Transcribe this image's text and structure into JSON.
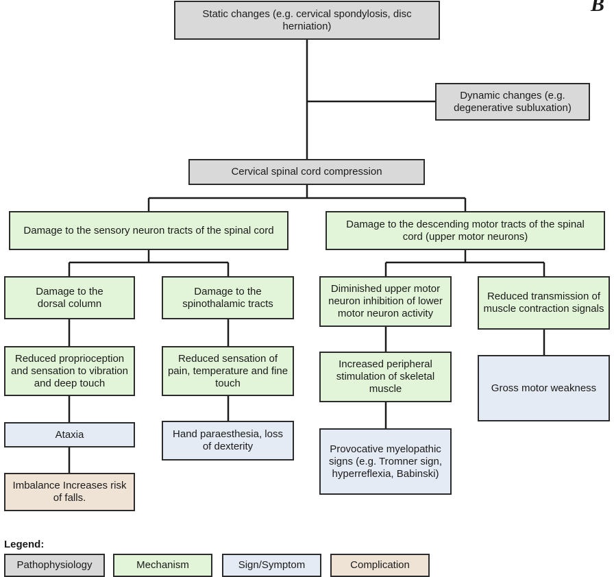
{
  "nodes": {
    "static": "Static changes (e.g. cervical spondylosis, disc herniation)",
    "dynamic": "Dynamic changes (e.g. degenerative subluxation)",
    "compression": "Cervical spinal cord compression",
    "sensory": "Damage to the sensory neuron tracts of the spinal cord",
    "motor": "Damage to the descending motor tracts of the spinal cord (upper motor neurons)",
    "dorsal": "Damage to the dorsal column",
    "spinothalamic": "Damage to the spinothalamic tracts",
    "diminished": "Diminished upper motor neuron inhibition of lower motor neuron activity",
    "reduced_transmission": "Reduced transmission of muscle contraction signals",
    "reduced_proprioception": "Reduced proprioception and sensation to vibration and deep touch",
    "reduced_sensation": "Reduced sensation of pain, temperature and fine touch",
    "increased_stimulation": "Increased peripheral stimulation of skeletal muscle",
    "gross_weakness": "Gross motor weakness",
    "ataxia": "Ataxia",
    "hand": "Hand paraesthesia, loss of dexterity",
    "provocative": "Provocative myelopathic signs (e.g. Tromner sign, hyperreflexia, Babinski)",
    "imbalance": "Imbalance Increases risk of falls."
  },
  "legend": {
    "title": "Legend:",
    "items": [
      "Pathophysiology",
      "Mechanism",
      "Sign/Symptom",
      "Complication"
    ]
  },
  "corner_letter": "B",
  "colors": {
    "pathophysiology": "#d9d9d9",
    "mechanism": "#e3f5d8",
    "sign_symptom": "#e5ebf4",
    "complication": "#efe3d6",
    "border": "#2b2b2b"
  }
}
